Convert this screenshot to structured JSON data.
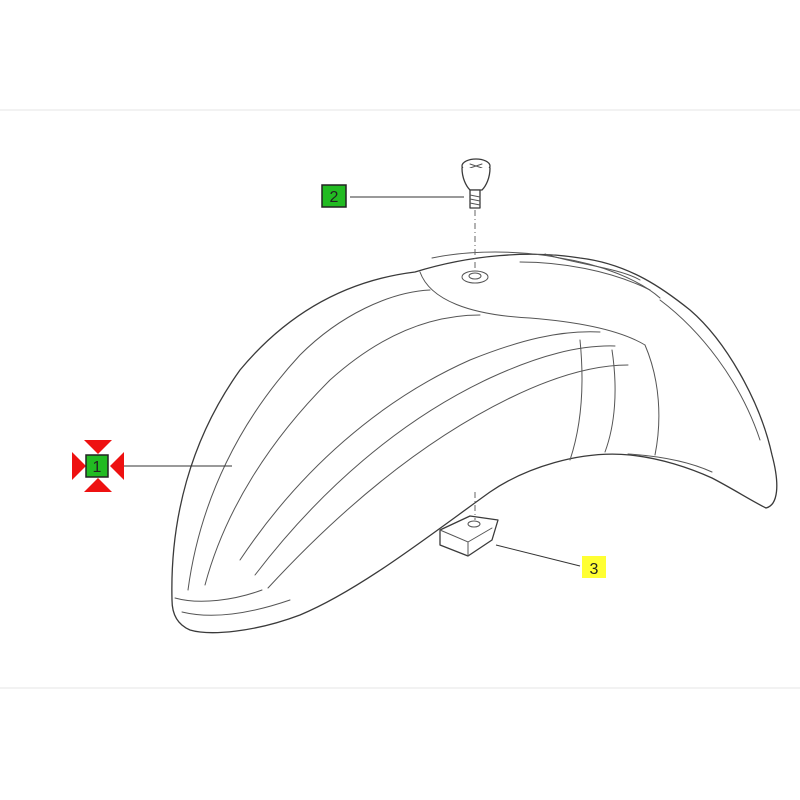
{
  "diagram": {
    "callouts": [
      {
        "id": "1",
        "label": "1",
        "color": "#22bb22",
        "selected": true,
        "marker_color": "#ee1111"
      },
      {
        "id": "2",
        "label": "2",
        "color": "#22bb22",
        "selected": false
      },
      {
        "id": "3",
        "label": "3",
        "color": "#ffff33",
        "selected": false
      }
    ],
    "colors": {
      "line": "#3a3a3a",
      "frame": "#e4e4e4",
      "background": "#ffffff"
    }
  }
}
